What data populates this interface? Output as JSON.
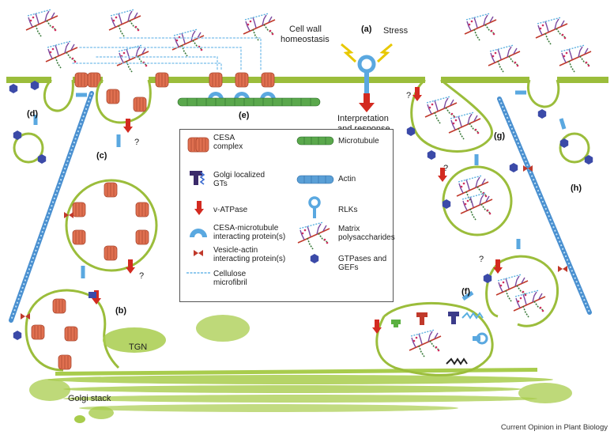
{
  "colors": {
    "membrane": "#9bbd3b",
    "cesa": "#e07050",
    "actin": "#5a9fd6",
    "microtubule": "#5aa84c",
    "gtpase": "#3b4aa8",
    "vatpase": "#d32a20",
    "golgi": "#a8cc4c"
  },
  "panels": {
    "a": "(a)",
    "b": "(b)",
    "c": "(c)",
    "d": "(d)",
    "e": "(e)",
    "f": "(f)",
    "g": "(g)",
    "h": "(h)"
  },
  "labels": {
    "cell_wall": "Cell wall\nhomeostasis",
    "stress": "Stress",
    "interpretation": "Interpretation\nand response",
    "tgn": "TGN",
    "golgi_stack": "Golgi stack",
    "question": "?"
  },
  "legend": {
    "cesa": "CESA\ncomplex",
    "golgi_gts": "Golgi localized\nGTs",
    "vatpase": "v-ATPase",
    "cesa_mt": "CESA-microtubule\ninteracting protein(s)",
    "vesicle_actin": "Vesicle-actin\ninteracting protein(s)",
    "cellulose": "Cellulose\nmicrofibril",
    "microtubule": "Microtubule",
    "actin": "Actin",
    "rlks": "RLKs",
    "matrix": "Matrix\npolysaccharides",
    "gtpases": "GTPases and GEFs"
  },
  "credit": "Current Opinion in Plant Biology"
}
